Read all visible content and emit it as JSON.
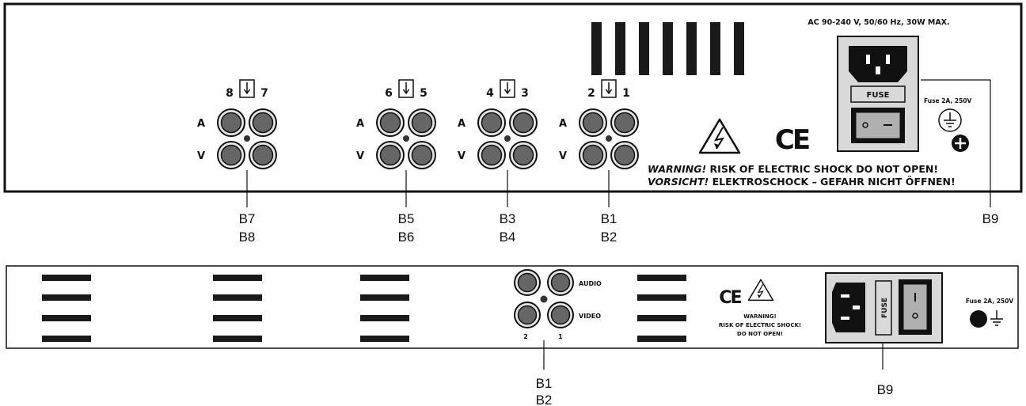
{
  "panel_top": {
    "power_spec": "AC 90-240 V, 50/60 Hz, 30W MAX.",
    "fuse_label": "FUSE",
    "fuse_rating": "Fuse 2A, 250V",
    "warning_1_em": "WARNING!",
    "warning_1_rest": " RISK OF ELECTRIC SHOCK DO NOT OPEN!",
    "warning_2_em": "VORSICHT!",
    "warning_2_rest": " ELEKTROSCHOCK – GEFAHR NICHT ÖFFNEN!",
    "ce_mark": "CE",
    "row_a": "A",
    "row_v": "V",
    "groups": [
      {
        "left": "8",
        "right": "7"
      },
      {
        "left": "6",
        "right": "5"
      },
      {
        "left": "4",
        "right": "3"
      },
      {
        "left": "2",
        "right": "1"
      }
    ],
    "callouts": [
      {
        "line1": "B7",
        "line2": "B8"
      },
      {
        "line1": "B5",
        "line2": "B6"
      },
      {
        "line1": "B3",
        "line2": "B4"
      },
      {
        "line1": "B1",
        "line2": "B2"
      }
    ],
    "callout_power": "B9"
  },
  "panel_bottom": {
    "audio_label": "AUDIO",
    "video_label": "VIDEO",
    "ch2": "2",
    "ch1": "1",
    "ce_mark": "CE",
    "warning_1": "WARNING!",
    "warning_2": "RISK OF ELECTRIC SHOCK!",
    "warning_3": "DO NOT OPEN!",
    "fuse_label": "FUSE",
    "fuse_rating": "Fuse 2A, 250V",
    "callout_io": {
      "line1": "B1",
      "line2": "B2"
    },
    "callout_power": "B9"
  }
}
